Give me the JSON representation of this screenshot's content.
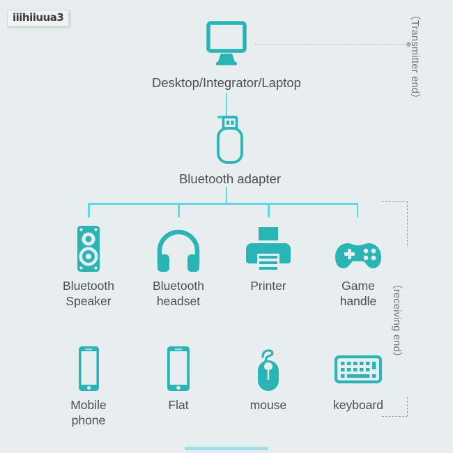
{
  "watermark": {
    "text": "iiihiiuua3"
  },
  "colors": {
    "background": "#e8edef",
    "teal": "#29b5b5",
    "light_cyan": "#5fd7e4",
    "label_text": "#4a4f53",
    "side_text": "#6c7378",
    "dash_gray": "#9aa2a7"
  },
  "transmitter": {
    "node": {
      "icon": "monitor-icon",
      "label": "Desktop/Integrator/Laptop"
    },
    "side_label": "（Transmitter end）"
  },
  "adapter": {
    "icon": "usb-adapter-icon",
    "label": "Bluetooth adapter"
  },
  "receiving": {
    "side_label": "（receiving end）",
    "row1": [
      {
        "icon": "bluetooth-speaker-icon",
        "label": "Bluetooth\nSpeaker"
      },
      {
        "icon": "bluetooth-headset-icon",
        "label": "Bluetooth\nheadset"
      },
      {
        "icon": "printer-icon",
        "label": "Printer"
      },
      {
        "icon": "game-handle-icon",
        "label": "Game\nhandle"
      }
    ],
    "row2": [
      {
        "icon": "mobile-phone-icon",
        "label": "Mobile\nphone"
      },
      {
        "icon": "tablet-icon",
        "label": "Flat"
      },
      {
        "icon": "mouse-icon",
        "label": "mouse"
      },
      {
        "icon": "keyboard-icon",
        "label": "keyboard"
      }
    ]
  }
}
